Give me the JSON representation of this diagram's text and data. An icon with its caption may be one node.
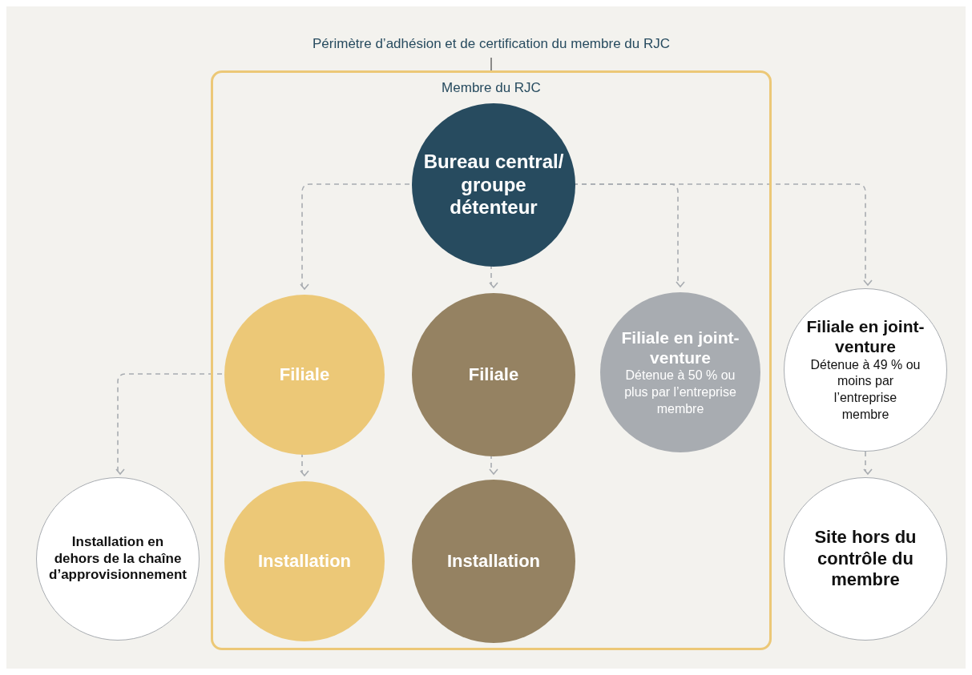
{
  "diagram": {
    "nodes": [
      {
        "text": [
          "Périmètre d’adhésion et de certification du membre du RJC"
        ]
      },
      {
        "text": [
          "Membre du RJC"
        ]
      },
      {
        "text": [
          "Bureau central/ groupe détenteur"
        ],
        "in": 1
      },
      {
        "text": [
          "Filiale"
        ],
        "in": 1
      },
      {
        "text": [
          "Filiale"
        ],
        "in": 1
      },
      {
        "text": [
          "Filiale en joint-venture",
          "Détenue à 50 % ou plus par l’entreprise membre"
        ],
        "in": 1
      },
      {
        "text": [
          "Filiale en joint-venture",
          "Détenue à 49 % ou moins par l’entreprise membre"
        ]
      },
      {
        "text": [
          "Installation en dehors de la chaîne d’approvisionnement"
        ]
      },
      {
        "text": [
          "Installation"
        ],
        "in": 1
      },
      {
        "text": [
          "Installation"
        ],
        "in": 1
      },
      {
        "text": [
          "Site hors du contrôle du membre"
        ]
      }
    ],
    "edges": [
      {
        "from": 0,
        "to": 1,
        "arrow": "none",
        "color": "#222222"
      },
      {
        "from": 2,
        "to": 3,
        "arrow": "to",
        "style": "dashed"
      },
      {
        "from": 2,
        "to": 4,
        "arrow": "to",
        "style": "dashed"
      },
      {
        "from": 2,
        "to": 5,
        "arrow": "to",
        "style": "dashed"
      },
      {
        "from": 2,
        "to": 6,
        "arrow": "to",
        "style": "dashed"
      },
      {
        "from": 3,
        "to": 7,
        "arrow": "to",
        "style": "dashed"
      },
      {
        "from": 3,
        "to": 8,
        "arrow": "to",
        "style": "dashed"
      },
      {
        "from": 4,
        "to": 9,
        "arrow": "to",
        "style": "dashed"
      },
      {
        "from": 6,
        "to": 10,
        "arrow": "to",
        "style": "dashed"
      }
    ]
  }
}
